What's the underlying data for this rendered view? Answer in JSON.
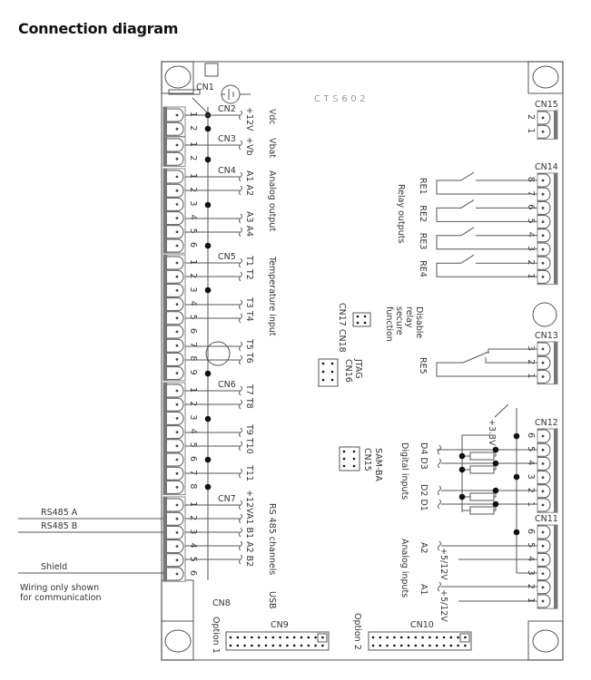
{
  "title": "Connection diagram",
  "board": {
    "model": "CTS602"
  },
  "left_connectors": [
    {
      "id": "CN2",
      "pins": [
        "1",
        "2"
      ]
    },
    {
      "id": "CN3",
      "pins": [
        "1",
        "2"
      ]
    },
    {
      "id": "CN4",
      "pins": [
        "1",
        "2",
        "3",
        "4",
        "5",
        "6"
      ]
    },
    {
      "id": "CN5",
      "pins": [
        "1",
        "2",
        "3",
        "4",
        "5",
        "6",
        "7",
        "8",
        "9"
      ]
    },
    {
      "id": "CN6",
      "pins": [
        "1",
        "2",
        "3",
        "4",
        "5",
        "6",
        "7",
        "8"
      ]
    },
    {
      "id": "CN7",
      "pins": [
        "1",
        "2",
        "3",
        "4",
        "5",
        "6"
      ]
    }
  ],
  "right_connectors": [
    {
      "id": "CN15",
      "pins": [
        "2",
        "1"
      ]
    },
    {
      "id": "CN14",
      "pins": [
        "8",
        "7",
        "6",
        "5",
        "4",
        "3",
        "2",
        "1"
      ]
    },
    {
      "id": "CN13",
      "pins": [
        "3",
        "2",
        "1"
      ]
    },
    {
      "id": "CN12",
      "pins": [
        "6",
        "5",
        "4",
        "3",
        "2",
        "1"
      ]
    },
    {
      "id": "CN11",
      "pins": [
        "6",
        "5",
        "4",
        "3",
        "2",
        "1"
      ]
    }
  ],
  "cn1": "CN1",
  "left_signals": [
    "+12V",
    "+Vb",
    "A1 A2",
    "A3 A4",
    "T1 T2",
    "T3 T4",
    "T5 T6",
    "T7 T8",
    "T9 T10",
    "T11",
    "+12VA1 B1 A2 B2"
  ],
  "left_groups": [
    "Vdc",
    "Vbat",
    "Analog output",
    "Temperature input",
    "RS 485 channels",
    "USB"
  ],
  "bottom": {
    "cn8": "CN8",
    "option1": "Option 1",
    "cn9": "CN9",
    "option2": "Option 2",
    "cn10": "CN10"
  },
  "relays": {
    "group": "Relay outputs",
    "names": [
      "RE1",
      "RE2",
      "RE3",
      "RE4",
      "RE5"
    ]
  },
  "jumper": {
    "lines": [
      "Disable",
      "relay",
      "secure",
      "function"
    ],
    "label": "CN17 CN18"
  },
  "jtag": {
    "name": "JTAG",
    "id": "CN16"
  },
  "samba": {
    "name": "SAM-BA",
    "id": "CN15"
  },
  "digital": {
    "group": "Digital inputs",
    "signals": [
      "D4 D3",
      "D2 D1"
    ],
    "supply": "+3.3V"
  },
  "analog_in": {
    "group": "Analog inputs",
    "signals": [
      "A2",
      "A1"
    ],
    "supply": [
      "+5/12V",
      "+5/12V"
    ]
  },
  "external": {
    "rs485a": "RS485 A",
    "rs485b": "RS485 B",
    "shield": "Shield",
    "note": [
      "Wiring only shown",
      "for communication"
    ]
  }
}
